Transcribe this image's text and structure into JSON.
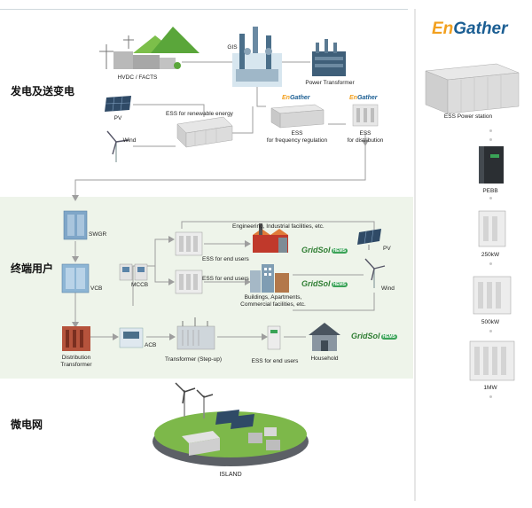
{
  "sections": {
    "power_transmission": "发电及送变电",
    "end_user": "终端用户",
    "microgrid": "微电网"
  },
  "top": {
    "hvdc": "HVDC / FACTS",
    "gis": "GIS",
    "power_transformer": "Power Transformer",
    "pv": "PV",
    "wind": "Wind",
    "ess_renewable": "ESS for renewable energy",
    "ess_frequency_1": "ESS",
    "ess_frequency_2": "for frequency regulation",
    "ess_distribution_1": "ESS",
    "ess_distribution_2": "for distribution"
  },
  "brand": {
    "en": "En",
    "gather": "Gather"
  },
  "gridsol": {
    "text": "GridSol",
    "tag": "HEMS"
  },
  "middle": {
    "swgr": "SWGR",
    "vcb": "VCB",
    "mccb": "MCCB",
    "acb": "ACB",
    "distribution_transformer_1": "Distribution",
    "distribution_transformer_2": "Transformer",
    "ess_end_users_1": "ESS for end users",
    "ess_end_users_2": "ESS for end users",
    "ess_end_users_3": "ESS for end users",
    "engineering": "Engineering, Industrial facilities, etc.",
    "buildings_1": "Buildings, Apartments,",
    "buildings_2": "Commercial facilities, etc.",
    "pv": "PV",
    "wind": "Wind",
    "transformer_step_up": "Transformer (Step-up)",
    "household": "Household"
  },
  "bottom": {
    "island": "ISLAND"
  },
  "right_panel": {
    "ess_power_station": "ESS Power station",
    "pebb": "PEBB",
    "kw250": "250kW",
    "kw500": "500kW",
    "mw1": "1MW"
  },
  "colors": {
    "orange": "#f2a01e",
    "blue": "#1b5e93",
    "green": "#3aa357",
    "line": "#9e9e9e"
  }
}
